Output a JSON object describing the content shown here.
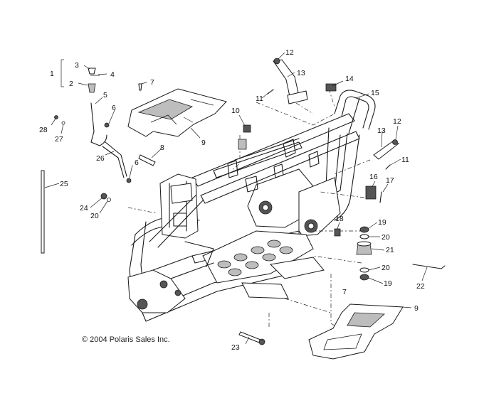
{
  "diagram": {
    "copyright": "© 2004 Polaris Sales Inc.",
    "callouts": {
      "n1": "1",
      "n2": "2",
      "n3": "3",
      "n4": "4",
      "n5": "5",
      "n6a": "6",
      "n6b": "6",
      "n7a": "7",
      "n7b": "7",
      "n8": "8",
      "n9a": "9",
      "n9b": "9",
      "n10": "10",
      "n11a": "11",
      "n11b": "11",
      "n12a": "12",
      "n12b": "12",
      "n13a": "13",
      "n13b": "13",
      "n14": "14",
      "n15": "15",
      "n16": "16",
      "n17": "17",
      "n18": "18",
      "n19a": "19",
      "n19b": "19",
      "n20a": "20",
      "n20b": "20",
      "n20c": "20",
      "n21": "21",
      "n22": "22",
      "n23": "23",
      "n24": "24",
      "n25": "25",
      "n26": "26",
      "n27": "27",
      "n28": "28"
    }
  }
}
